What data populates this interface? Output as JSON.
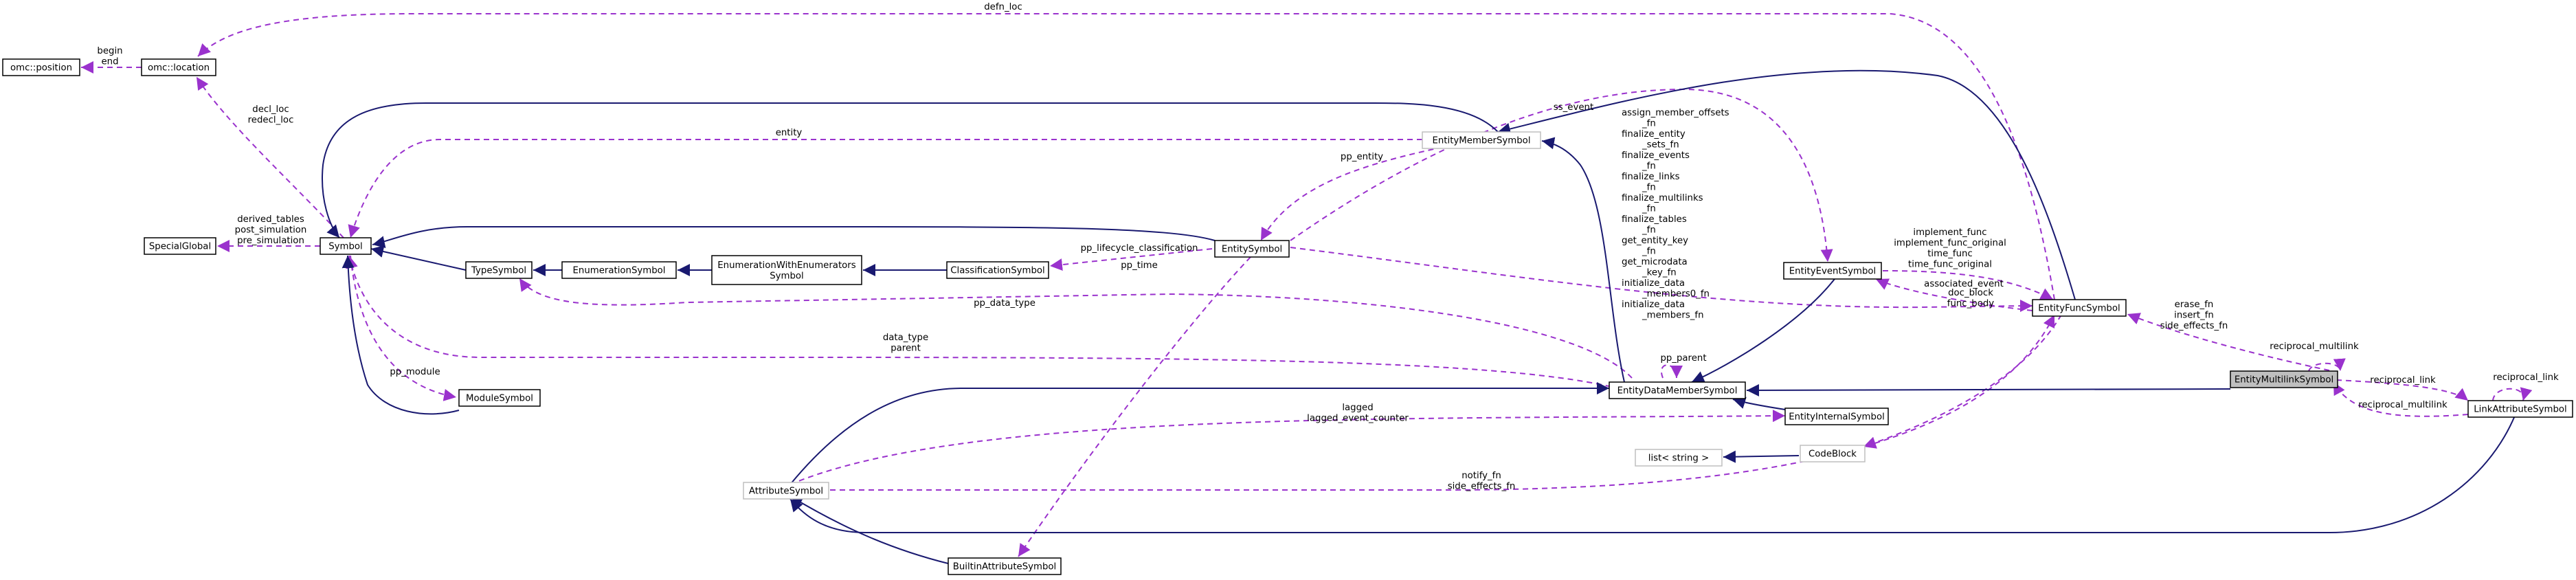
{
  "colors": {
    "inheritance": "#191970",
    "usage": "#9a32cd",
    "node_border": "#000000",
    "node_border_external": "#bfbfbf",
    "node_highlight": "#bfbfbf",
    "background": "#ffffff"
  },
  "nodes": {
    "omc_position": {
      "lines": [
        "omc::position"
      ]
    },
    "omc_location": {
      "lines": [
        "omc::location"
      ]
    },
    "symbol": {
      "lines": [
        "Symbol"
      ]
    },
    "special_global": {
      "lines": [
        "SpecialGlobal"
      ]
    },
    "type_symbol": {
      "lines": [
        "TypeSymbol"
      ]
    },
    "enumeration_symbol": {
      "lines": [
        "EnumerationSymbol"
      ]
    },
    "enum_with_enumerators": {
      "lines": [
        "EnumerationWithEnumerators",
        "Symbol"
      ]
    },
    "classification_symbol": {
      "lines": [
        "ClassificationSymbol"
      ]
    },
    "entity_symbol": {
      "lines": [
        "EntitySymbol"
      ]
    },
    "module_symbol": {
      "lines": [
        "ModuleSymbol"
      ]
    },
    "entity_member_symbol": {
      "lines": [
        "EntityMemberSymbol"
      ]
    },
    "entity_event_symbol": {
      "lines": [
        "EntityEventSymbol"
      ]
    },
    "entity_func_symbol": {
      "lines": [
        "EntityFuncSymbol"
      ]
    },
    "entity_data_member_symbol": {
      "lines": [
        "EntityDataMemberSymbol"
      ]
    },
    "entity_internal_symbol": {
      "lines": [
        "EntityInternalSymbol"
      ]
    },
    "list_string": {
      "lines": [
        "list< string >"
      ]
    },
    "code_block": {
      "lines": [
        "CodeBlock"
      ]
    },
    "attribute_symbol": {
      "lines": [
        "AttributeSymbol"
      ]
    },
    "builtin_attribute_symbol": {
      "lines": [
        "BuiltinAttributeSymbol"
      ]
    },
    "entity_multilink_symbol": {
      "lines": [
        "EntityMultilinkSymbol"
      ]
    },
    "link_attribute_symbol": {
      "lines": [
        "LinkAttributeSymbol"
      ]
    }
  },
  "edge_labels": {
    "defn_loc": [
      "defn_loc"
    ],
    "begin_end": [
      "begin",
      "end"
    ],
    "decl_redecl": [
      "decl_loc",
      "redecl_loc"
    ],
    "derived_tables": [
      "derived_tables",
      "post_simulation",
      "pre_simulation"
    ],
    "entity": [
      "entity"
    ],
    "ss_event": [
      "ss_event"
    ],
    "pp_entity": [
      "pp_entity"
    ],
    "pp_lifecycle": [
      "pp_lifecycle_classification"
    ],
    "pp_data_type": [
      "pp_data_type"
    ],
    "pp_time": [
      "pp_time"
    ],
    "func_fns": [
      "assign_member_offsets",
      "_fn",
      "finalize_entity",
      "_sets_fn",
      "finalize_events",
      "_fn",
      "finalize_links",
      "_fn",
      "finalize_multilinks",
      "_fn",
      "finalize_tables",
      "_fn",
      "get_entity_key",
      "_fn",
      "get_microdata",
      "_key_fn",
      "initialize_data",
      "_members0_fn",
      "initialize_data",
      "_members_fn"
    ],
    "implement_func": [
      "implement_func",
      "implement_func_original",
      "time_func",
      "time_func_original"
    ],
    "associated_event": [
      "associated_event"
    ],
    "erase_fn": [
      "erase_fn",
      "insert_fn",
      "side_effects_fn"
    ],
    "reciprocal_multilink_top": [
      "reciprocal_multilink"
    ],
    "data_type_parent": [
      "data_type",
      "parent"
    ],
    "pp_parent": [
      "pp_parent"
    ],
    "doc_block": [
      "doc_block",
      "func_body"
    ],
    "pp_module": [
      "pp_module"
    ],
    "lagged": [
      "lagged",
      "lagged_event_counter"
    ],
    "notify_fn": [
      "notify_fn",
      "side_effects_fn"
    ],
    "reciprocal_link_self": [
      "reciprocal_link"
    ],
    "reciprocal_link": [
      "reciprocal_link"
    ],
    "reciprocal_multilink": [
      "reciprocal_multilink"
    ]
  }
}
